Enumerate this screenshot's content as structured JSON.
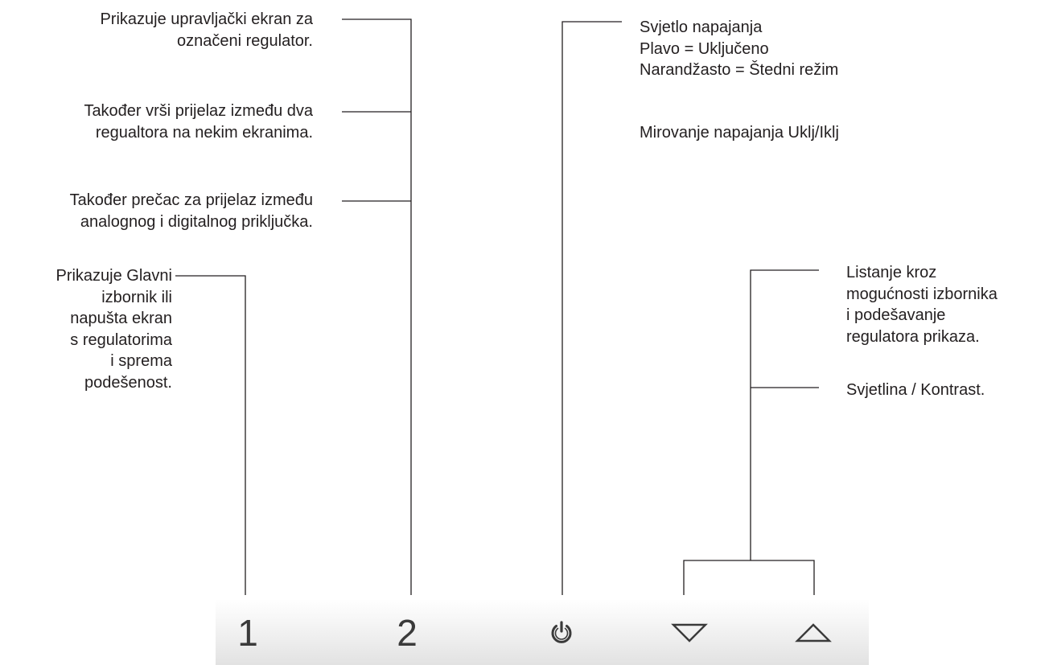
{
  "annotations": {
    "select_display": [
      "Prikazuje upravljački ekran  za",
      "označeni regulator."
    ],
    "switch_controls": [
      "Također vrši prijelaz između dva",
      "regualtora na nekim ekranima."
    ],
    "input_shortcut": [
      "Također prečac za prijelaz između",
      "analognog i digitalnog priključka."
    ],
    "menu_exit": [
      "Prikazuje Glavni",
      "izbornik ili",
      "napušta ekran",
      "s regulatorima",
      "i sprema",
      "podešenost."
    ],
    "power_light": [
      "Svjetlo napajanja",
      "Plavo = Uključeno",
      "Narandžasto = Štedni režim"
    ],
    "standby": "Mirovanje napajanja Uklj/Iklj",
    "scroll_adjust": [
      "Listanje kroz",
      "mogućnosti izbornika",
      "i podešavanje",
      "regulatora prikaza."
    ],
    "brightness_contrast": "Svjetlina / Kontrast."
  },
  "buttons": {
    "button_1": "1",
    "button_2": "2",
    "power_icon": "power-icon",
    "down_icon": "down-triangle-icon",
    "up_icon": "up-triangle-icon"
  },
  "colors": {
    "text": "#231f20",
    "lines": "#231f20",
    "button_glyph": "#3a3a3a"
  }
}
